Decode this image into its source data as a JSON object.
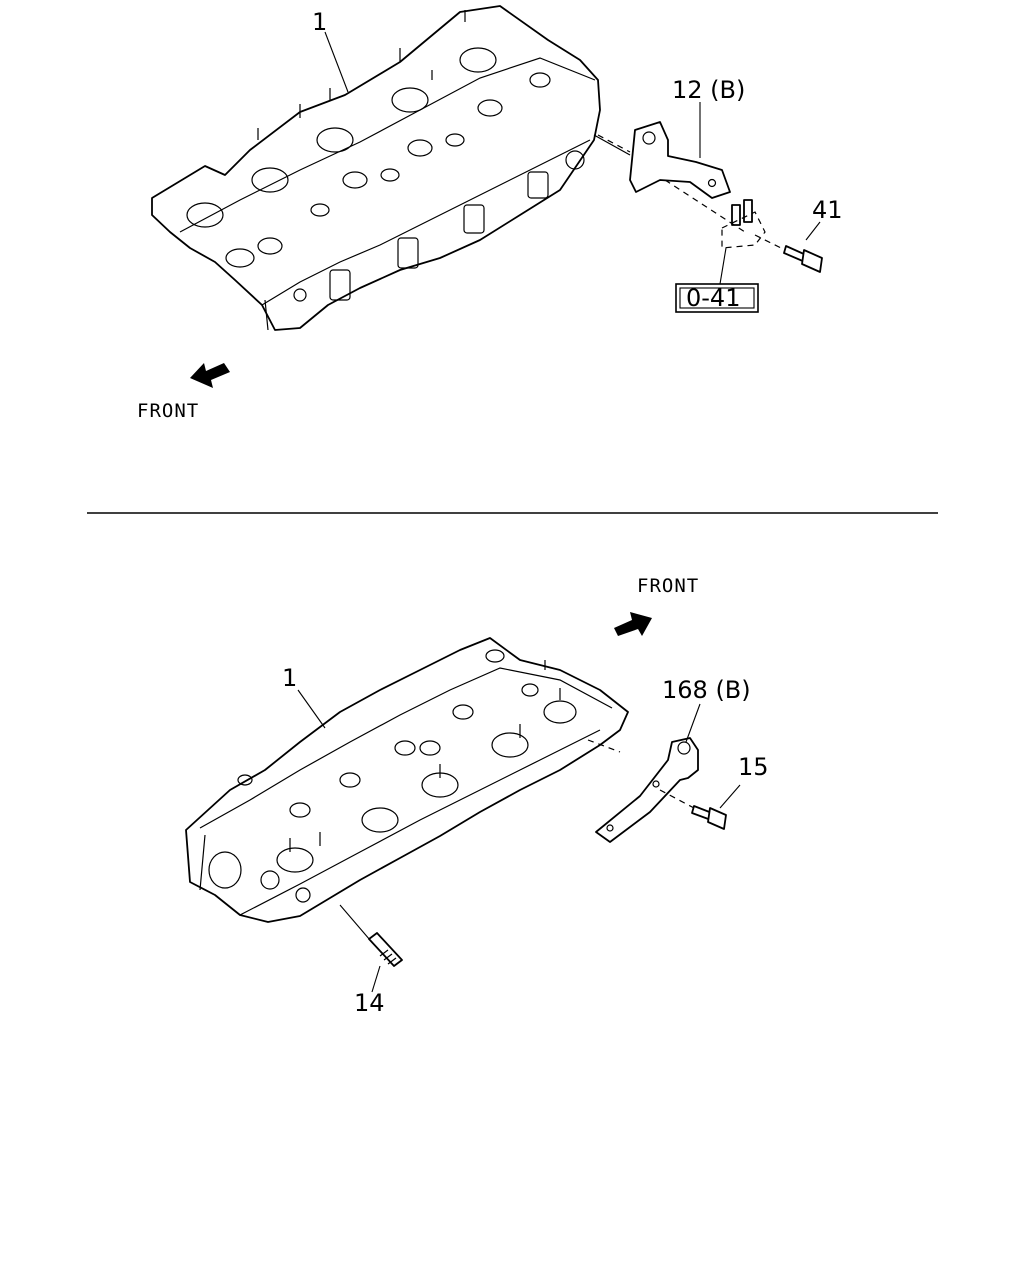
{
  "upper_view": {
    "callouts": {
      "head": "1",
      "bracket": "12 (B)",
      "bolt": "41",
      "ref_box": "0-41"
    },
    "front_label": "FRONT"
  },
  "lower_view": {
    "callouts": {
      "head": "1",
      "bracket": "168 (B)",
      "bolt": "15",
      "stud": "14"
    },
    "front_label": "FRONT"
  }
}
